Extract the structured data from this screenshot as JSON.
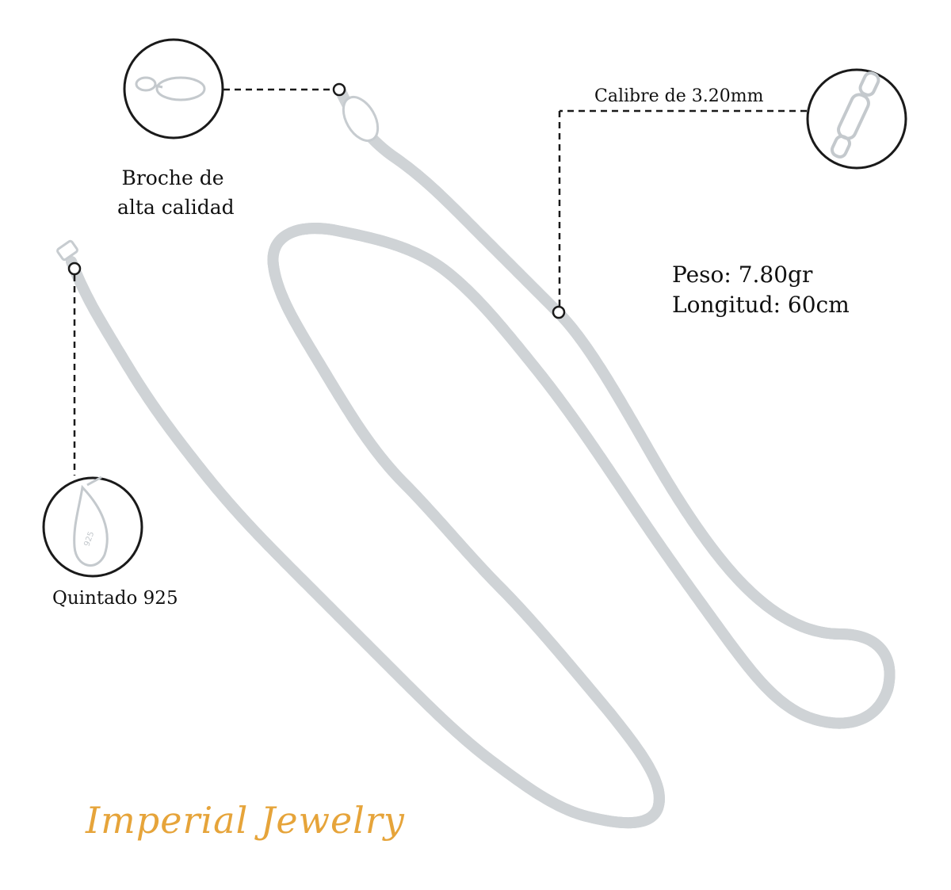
{
  "callouts": {
    "clasp": {
      "line1": "Broche de",
      "line2": "alta calidad"
    },
    "gauge": {
      "label": "Calibre de 3.20mm"
    },
    "stamp": {
      "label": "Quintado 925"
    }
  },
  "specs": {
    "weight": "Peso: 7.80gr",
    "length": "Longitud: 60cm"
  },
  "brand": {
    "name": "Imperial Jewelry",
    "color": "#e6a43a"
  },
  "icons": {
    "clasp_zoom": "lobster-clasp-icon",
    "gauge_zoom": "chain-link-icon",
    "stamp_zoom": "925-tag-icon"
  }
}
